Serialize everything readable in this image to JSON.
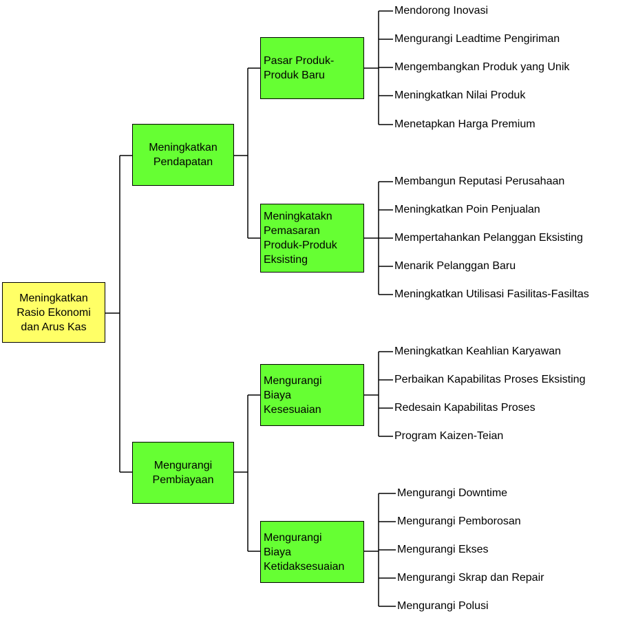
{
  "root": {
    "label": "Meningkatkan\nRasio Ekonomi\ndan  Arus Kas"
  },
  "branches": [
    {
      "label": "Meningkatkan\nPendapatan",
      "children": [
        {
          "label": "Pasar Produk-\nProduk Baru",
          "items": [
            "Mendorong Inovasi",
            "Mengurangi Leadtime Pengiriman",
            "Mengembangkan Produk yang Unik",
            "Meningkatkan Nilai Produk",
            "Menetapkan Harga Premium"
          ]
        },
        {
          "label": "Meningkatakn\nPemasaran\nProduk-Produk\nEksisting",
          "items": [
            "Membangun Reputasi Perusahaan",
            "Meningkatkan Poin Penjualan",
            "Mempertahankan Pelanggan Eksisting",
            "Menarik Pelanggan Baru",
            "Meningkatkan Utilisasi Fasilitas-Fasiltas"
          ]
        }
      ]
    },
    {
      "label": "Mengurangi\nPembiayaan",
      "children": [
        {
          "label": "Mengurangi\nBiaya\nKesesuaian",
          "items": [
            "Meningkatkan Keahlian Karyawan",
            "Perbaikan Kapabilitas Proses Eksisting",
            "Redesain Kapabilitas Proses",
            "Program Kaizen-Teian"
          ]
        },
        {
          "label": "Mengurangi\nBiaya\nKetidaksesuaian",
          "items": [
            "Mengurangi Downtime",
            "Mengurangi Pemborosan",
            "Mengurangi Ekses",
            "Mengurangi Skrap dan Repair",
            "Mengurangi Polusi"
          ]
        }
      ]
    }
  ],
  "colors": {
    "root_fill": "#ffff66",
    "node_fill": "#66ff33",
    "line": "#000000"
  }
}
